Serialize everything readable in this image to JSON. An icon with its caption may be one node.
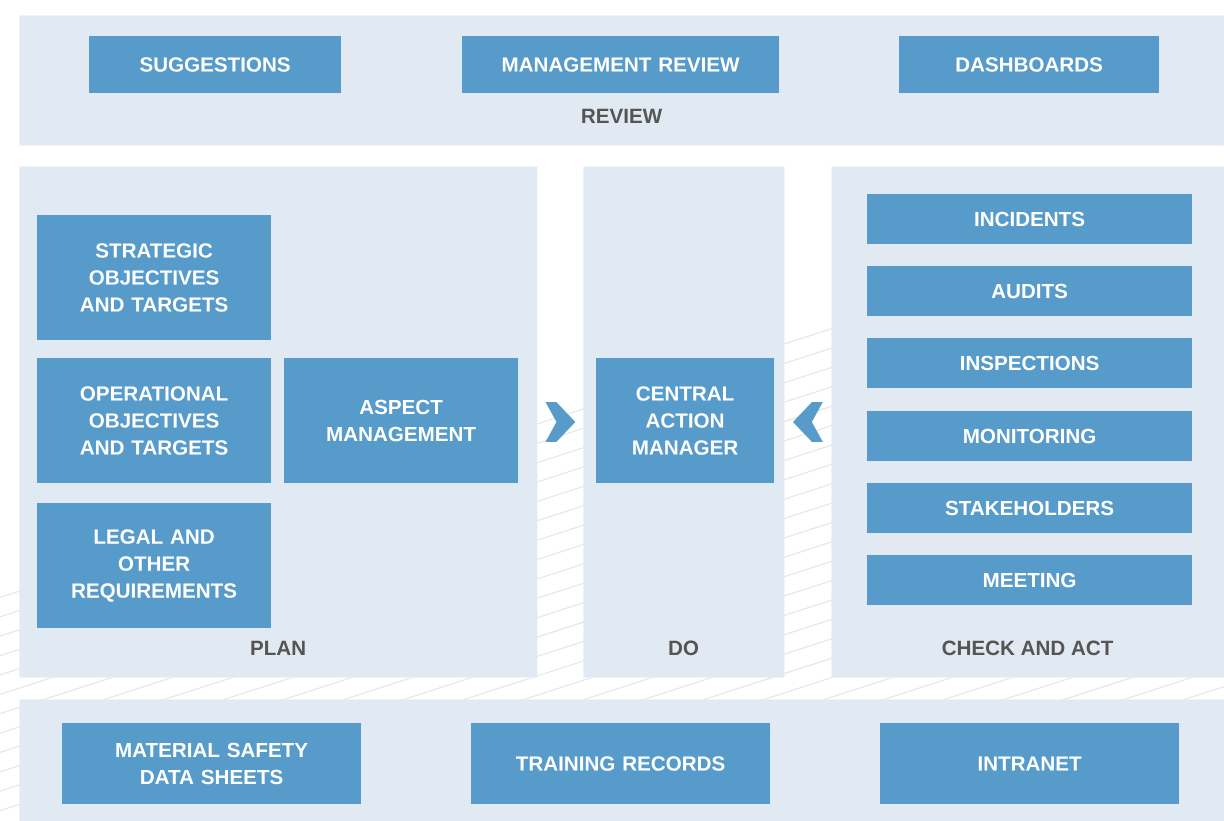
{
  "diagram": {
    "nodes": [
      {
        "text": [
          "REVIEW"
        ]
      },
      {
        "text": [
          "SUGGESTIONS"
        ],
        "in": 0
      },
      {
        "text": [
          "MANAGEMENT REVIEW"
        ],
        "in": 0
      },
      {
        "text": [
          "DASHBOARDS"
        ],
        "in": 0
      },
      {
        "text": [
          "PLAN"
        ]
      },
      {
        "text": [
          "STRATEGIC OBJECTIVES AND TARGETS"
        ],
        "in": 4
      },
      {
        "text": [
          "OPERATIONAL OBJECTIVES AND TARGETS"
        ],
        "in": 4
      },
      {
        "text": [
          "ASPECT MANAGEMENT"
        ],
        "in": 4
      },
      {
        "text": [
          "LEGAL AND OTHER REQUIREMENTS"
        ],
        "in": 4
      },
      {
        "text": [
          "DO"
        ]
      },
      {
        "text": [
          "CENTRAL ACTION MANAGER"
        ],
        "in": 9
      },
      {
        "text": [
          "CHECK AND ACT"
        ]
      },
      {
        "text": [
          "INCIDENTS"
        ],
        "in": 11
      },
      {
        "text": [
          "AUDITS"
        ],
        "in": 11
      },
      {
        "text": [
          "INSPECTIONS"
        ],
        "in": 11
      },
      {
        "text": [
          "MONITORING"
        ],
        "in": 11
      },
      {
        "text": [
          "STAKEHOLDERS"
        ],
        "in": 11
      },
      {
        "text": [
          "MEETING"
        ],
        "in": 11
      },
      {
        "text": [],
        "shape": "box"
      },
      {
        "text": [
          "MATERIAL SAFETY DATA SHEETS"
        ],
        "in": 18
      },
      {
        "text": [
          "TRAINING RECORDS"
        ],
        "in": 18
      },
      {
        "text": [
          "INTRANET"
        ],
        "in": 18
      }
    ],
    "edges": [
      {
        "from": 4,
        "to": 9,
        "arrow": "to"
      },
      {
        "from": 11,
        "to": 9,
        "arrow": "to"
      }
    ]
  }
}
